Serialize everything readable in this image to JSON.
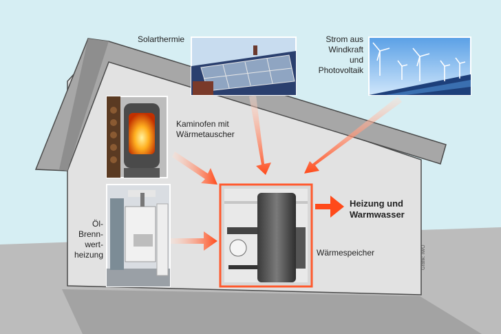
{
  "labels": {
    "solar": "Solarthermie",
    "wind": "Strom aus\nWindkraft und\nPhotovoltaik",
    "fireplace": "Kaminofen mit\nWärmetauscher",
    "oil": "Öl-\nBrenn-\nwert-\nheizung",
    "storage": "Wärmespeicher",
    "output": "Heizung und\nWarmwasser",
    "credit": "Grafik: IWO"
  },
  "colors": {
    "sky": "#d6eef3",
    "ground": "#b7b7b7",
    "house_wall": "#e4e4e4",
    "roof": "#a9a9a9",
    "arrow": "#ff5a2e",
    "highlight_border": "#ff5a2e"
  }
}
